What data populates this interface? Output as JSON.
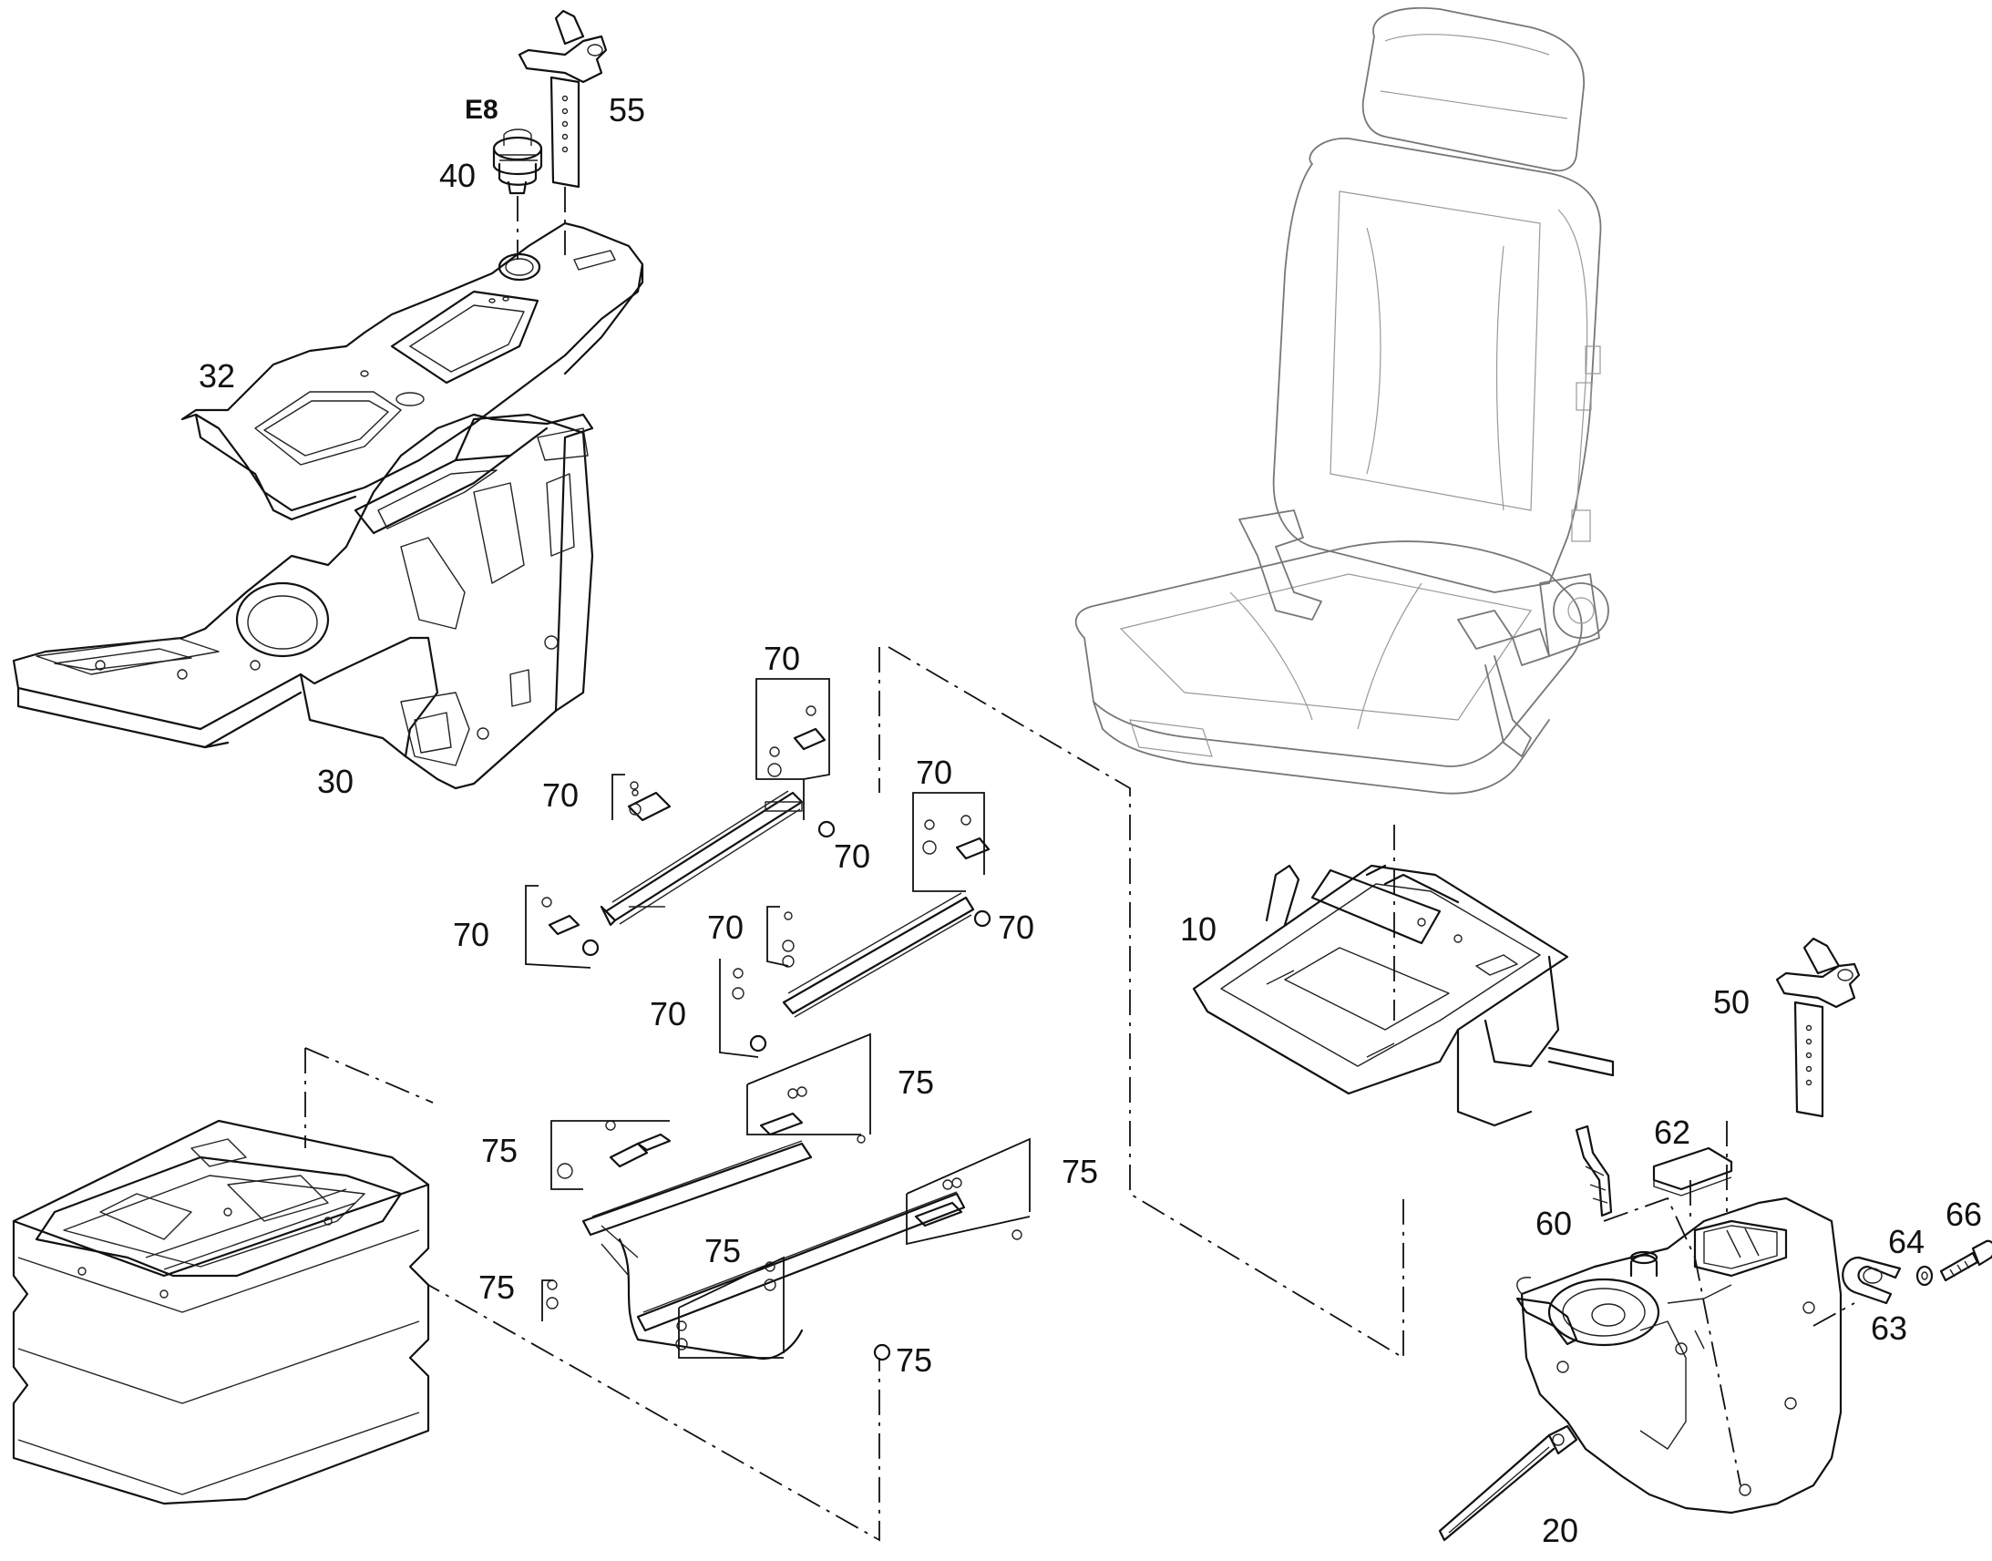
{
  "callouts": {
    "e8": "E8",
    "p40": "40",
    "p55": "55",
    "p32": "32",
    "p30": "30",
    "p70": "70",
    "p75": "75",
    "p10": "10",
    "p50": "50",
    "p62": "62",
    "p60": "60",
    "p66": "66",
    "p64": "64",
    "p63": "63",
    "p20": "20"
  }
}
